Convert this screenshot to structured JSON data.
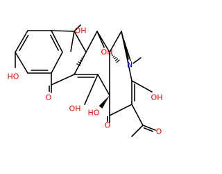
{
  "colors": {
    "background": "#ffffff",
    "bond": "#000000",
    "oxygen": "#ff0000",
    "nitrogen": "#0000ff",
    "carbon": "#000000"
  },
  "labels": {
    "oh_benzylic": "OH",
    "oh_phenol": "HO",
    "o_ketone_c11": "O",
    "oh_c5": "OH",
    "n_dimethylamino": "N",
    "oh_c11": "OH",
    "oh_c12a": "HO",
    "o_amide_ring": "O",
    "oh_c3": "OH",
    "o_acetyl": "O"
  }
}
